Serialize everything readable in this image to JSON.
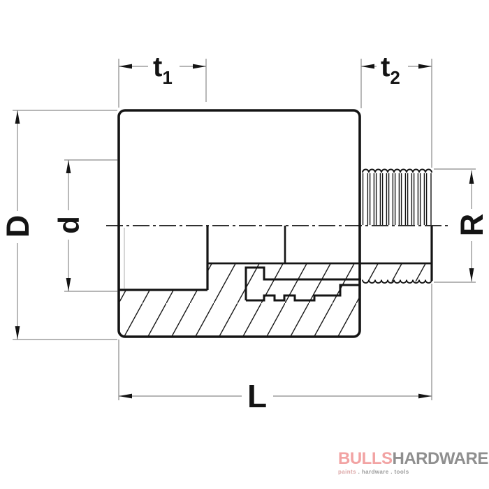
{
  "drawing": {
    "title": "threaded adapter cross-section diagram",
    "labels": {
      "t1_main": "t",
      "t1_sub": "1",
      "t2_main": "t",
      "t2_sub": "2",
      "outer_diameter": "D",
      "socket_diameter": "d",
      "thread_radius": "R",
      "length": "L"
    },
    "colors": {
      "object_line": "#141414",
      "dimension_line": "#8a8a8a",
      "background": "#ffffff"
    }
  },
  "branding": {
    "name_primary": "BULLS",
    "name_secondary": "HARDWARE",
    "tagline_primary": "paints",
    "tagline_rest": " . hardware . tools",
    "color_primary": "#f2a3a3",
    "color_secondary": "#8f8f8f"
  }
}
